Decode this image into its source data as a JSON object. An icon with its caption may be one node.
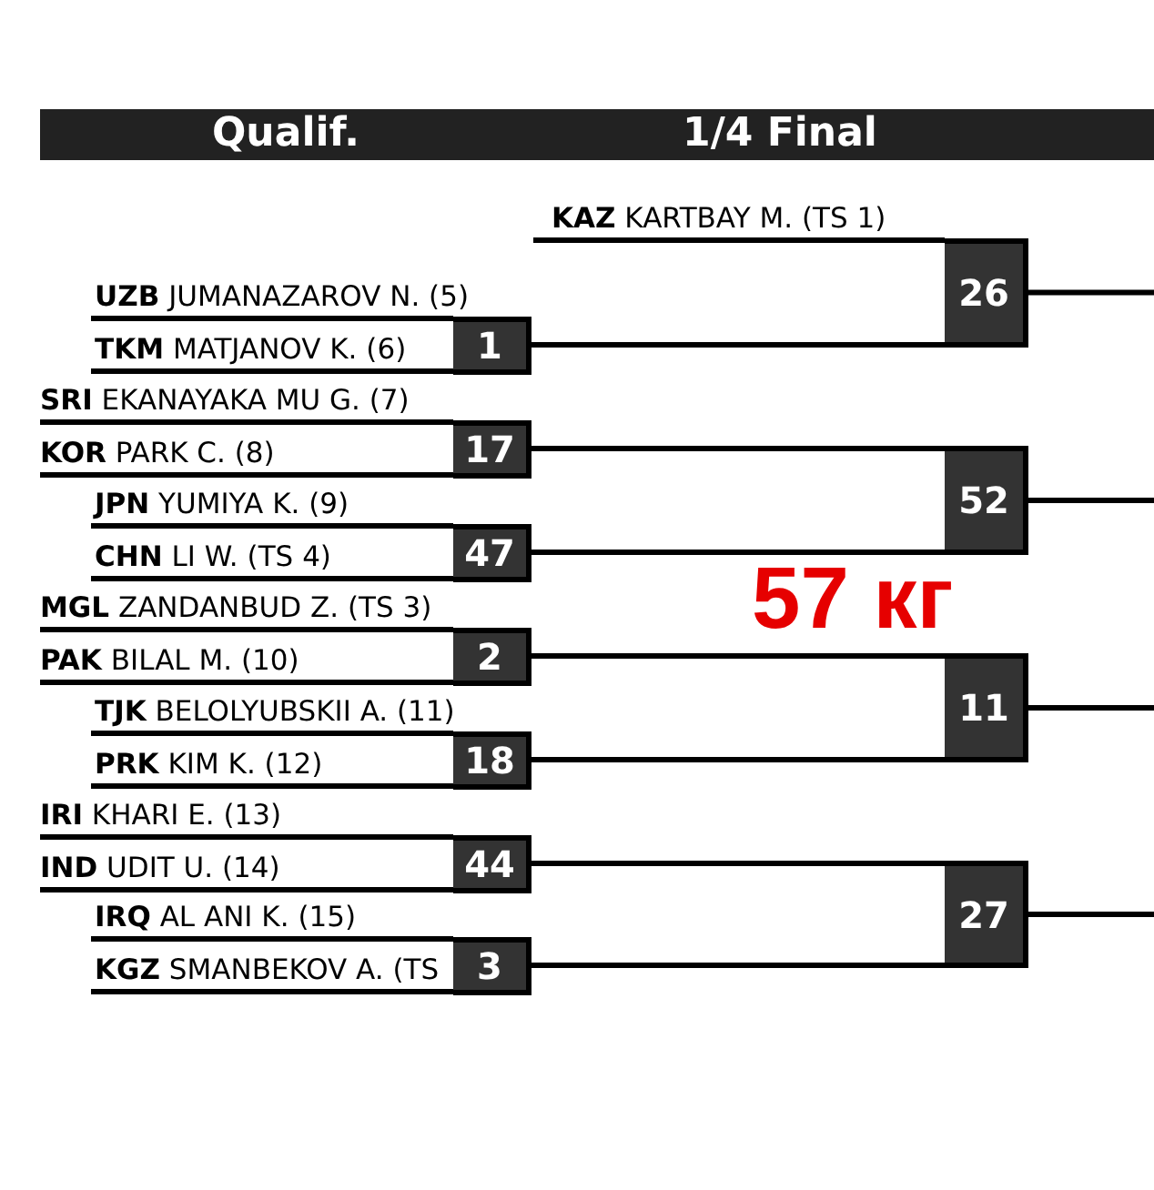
{
  "diagram": {
    "nodes": [
      {
        "text": [
          "Qualif.",
          "1/4 Final"
        ]
      },
      {
        "text": [
          "**KAZ** KARTBAY M. (TS 1)"
        ]
      },
      {
        "text": [
          "**UZB** JUMANAZAROV N. (5)"
        ]
      },
      {
        "text": [
          "**TKM** MATJANOV K. (6)"
        ]
      },
      {
        "text": [
          "1"
        ]
      },
      {
        "text": [
          "26"
        ]
      },
      {
        "text": [
          "**SRI** EKANAYAKA MU G. (7)"
        ]
      },
      {
        "text": [
          "**KOR** PARK C. (8)"
        ]
      },
      {
        "text": [
          "17"
        ]
      },
      {
        "text": [
          "**JPN** YUMIYA K. (9)"
        ]
      },
      {
        "text": [
          "**CHN** LI W. (TS 4)"
        ]
      },
      {
        "text": [
          "47"
        ]
      },
      {
        "text": [
          "52"
        ]
      },
      {
        "text": [
          "**MGL** ZANDANBUD Z. (TS 3)"
        ]
      },
      {
        "text": [
          "**PAK** BILAL M. (10)"
        ]
      },
      {
        "text": [
          "2"
        ]
      },
      {
        "text": [
          "**TJK** BELOLYUBSKII A. (11)"
        ]
      },
      {
        "text": [
          "**PRK** KIM K. (12)"
        ]
      },
      {
        "text": [
          "18"
        ]
      },
      {
        "text": [
          "11"
        ]
      },
      {
        "text": [
          "**IRI** KHARI E. (13)"
        ]
      },
      {
        "text": [
          "**IND** UDIT U. (14)"
        ]
      },
      {
        "text": [
          "44"
        ]
      },
      {
        "text": [
          "**IRQ** AL ANI K. (15)"
        ]
      },
      {
        "text": [
          "**KGZ** SMANBEKOV A. (TS"
        ]
      },
      {
        "text": [
          "3"
        ]
      },
      {
        "text": [
          "27"
        ]
      }
    ],
    "edges": [
      {
        "from": 1,
        "to": 5,
        "arrow": "none"
      },
      {
        "from": 2,
        "to": 4,
        "arrow": "none"
      },
      {
        "from": 3,
        "to": 4,
        "arrow": "none"
      },
      {
        "from": 4,
        "to": 5,
        "arrow": "none"
      },
      {
        "from": 5,
        "to": null,
        "arrow": "none"
      },
      {
        "from": 6,
        "to": 8,
        "arrow": "none"
      },
      {
        "from": 7,
        "to": 8,
        "arrow": "none"
      },
      {
        "from": 9,
        "to": 11,
        "arrow": "none"
      },
      {
        "from": 10,
        "to": 11,
        "arrow": "none"
      },
      {
        "from": 8,
        "to": 12,
        "arrow": "none"
      },
      {
        "from": 11,
        "to": 12,
        "arrow": "none"
      },
      {
        "from": 12,
        "to": null,
        "arrow": "none"
      },
      {
        "from": 13,
        "to": 15,
        "arrow": "none"
      },
      {
        "from": 14,
        "to": 15,
        "arrow": "none"
      },
      {
        "from": 16,
        "to": 18,
        "arrow": "none"
      },
      {
        "from": 17,
        "to": 18,
        "arrow": "none"
      },
      {
        "from": 15,
        "to": 19,
        "arrow": "none"
      },
      {
        "from": 18,
        "to": 19,
        "arrow": "none"
      },
      {
        "from": 19,
        "to": null,
        "arrow": "none"
      },
      {
        "from": 20,
        "to": 22,
        "arrow": "none"
      },
      {
        "from": 21,
        "to": 22,
        "arrow": "none"
      },
      {
        "from": 23,
        "to": 25,
        "arrow": "none"
      },
      {
        "from": 24,
        "to": 25,
        "arrow": "none"
      },
      {
        "from": 22,
        "to": 26,
        "arrow": "none"
      },
      {
        "from": 25,
        "to": 26,
        "arrow": "none"
      },
      {
        "from": 26,
        "to": null,
        "arrow": "none"
      }
    ],
    "labels": [
      "57 кг"
    ]
  }
}
